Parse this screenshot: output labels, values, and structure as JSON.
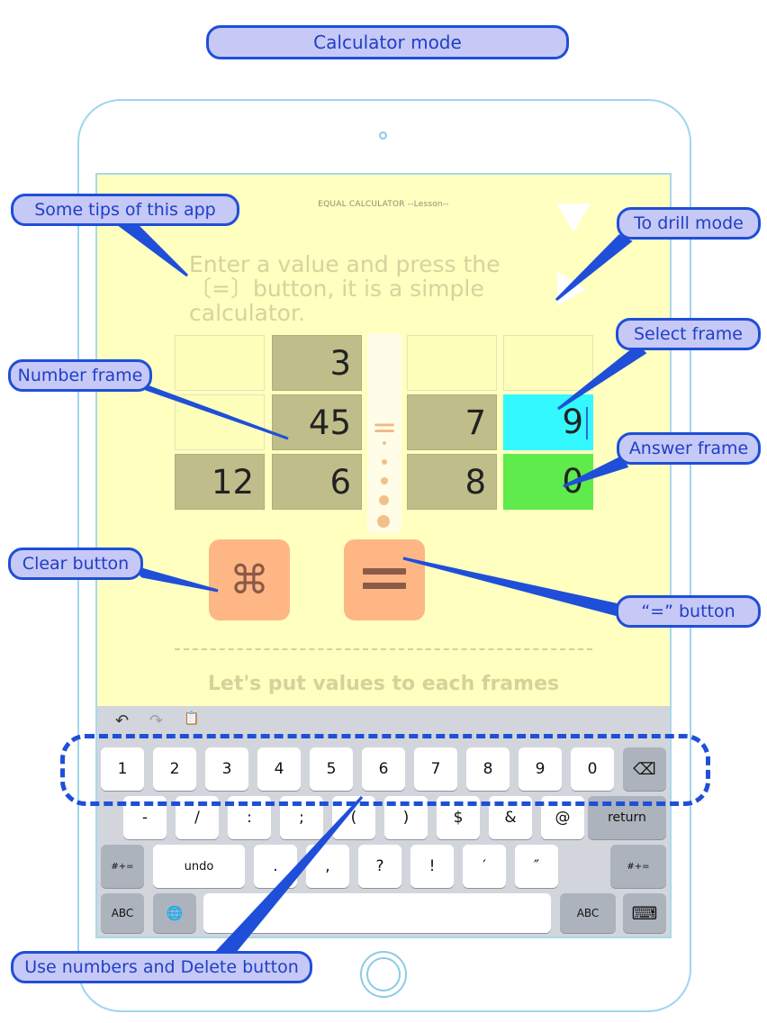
{
  "callouts": {
    "mode": "Calculator  mode",
    "tips": "Some tips of this app",
    "drill": "To drill mode",
    "select": "Select frame",
    "number": "Number frame",
    "answer": "Answer frame",
    "clear": "Clear button",
    "equals": "“=” button",
    "numbers": "Use numbers and Delete button"
  },
  "app": {
    "title": "EQUAL CALCULATOR --Lesson--",
    "tips_text": "Enter a value and press the〔=〕button, it is a simple calculator.",
    "footer_text": "Let's put values to each frames",
    "clear_symbol": "⌘",
    "grid": {
      "row1": [
        "",
        "3",
        "",
        ""
      ],
      "row2": [
        "",
        "45",
        "7",
        "9"
      ],
      "row3": [
        "12",
        "6",
        "8",
        "0"
      ]
    }
  },
  "keyboard": {
    "toolbar": {
      "undo": "↶",
      "redo": "↷",
      "paste": "📋"
    },
    "row1": [
      "1",
      "2",
      "3",
      "4",
      "5",
      "6",
      "7",
      "8",
      "9",
      "0"
    ],
    "delete": "⌫",
    "row2": [
      "-",
      "/",
      ":",
      ";",
      "(",
      ")",
      "$",
      "&",
      "@"
    ],
    "return": "return",
    "row3_left": "#+=",
    "row3": [
      "undo",
      ".",
      ",",
      "?",
      "!",
      "′",
      "″"
    ],
    "row3_right": "#+=",
    "abc_left": "ABC",
    "globe": "🌐",
    "abc_right": "ABC",
    "hide": "⌨"
  },
  "colors": {
    "accent": "#1f4fd8",
    "callout_bg": "#c6c8f6",
    "screen_bg": "#ffffc0",
    "select": "#33f8ff",
    "answer": "#5eeb4b",
    "button": "#ffb685"
  }
}
